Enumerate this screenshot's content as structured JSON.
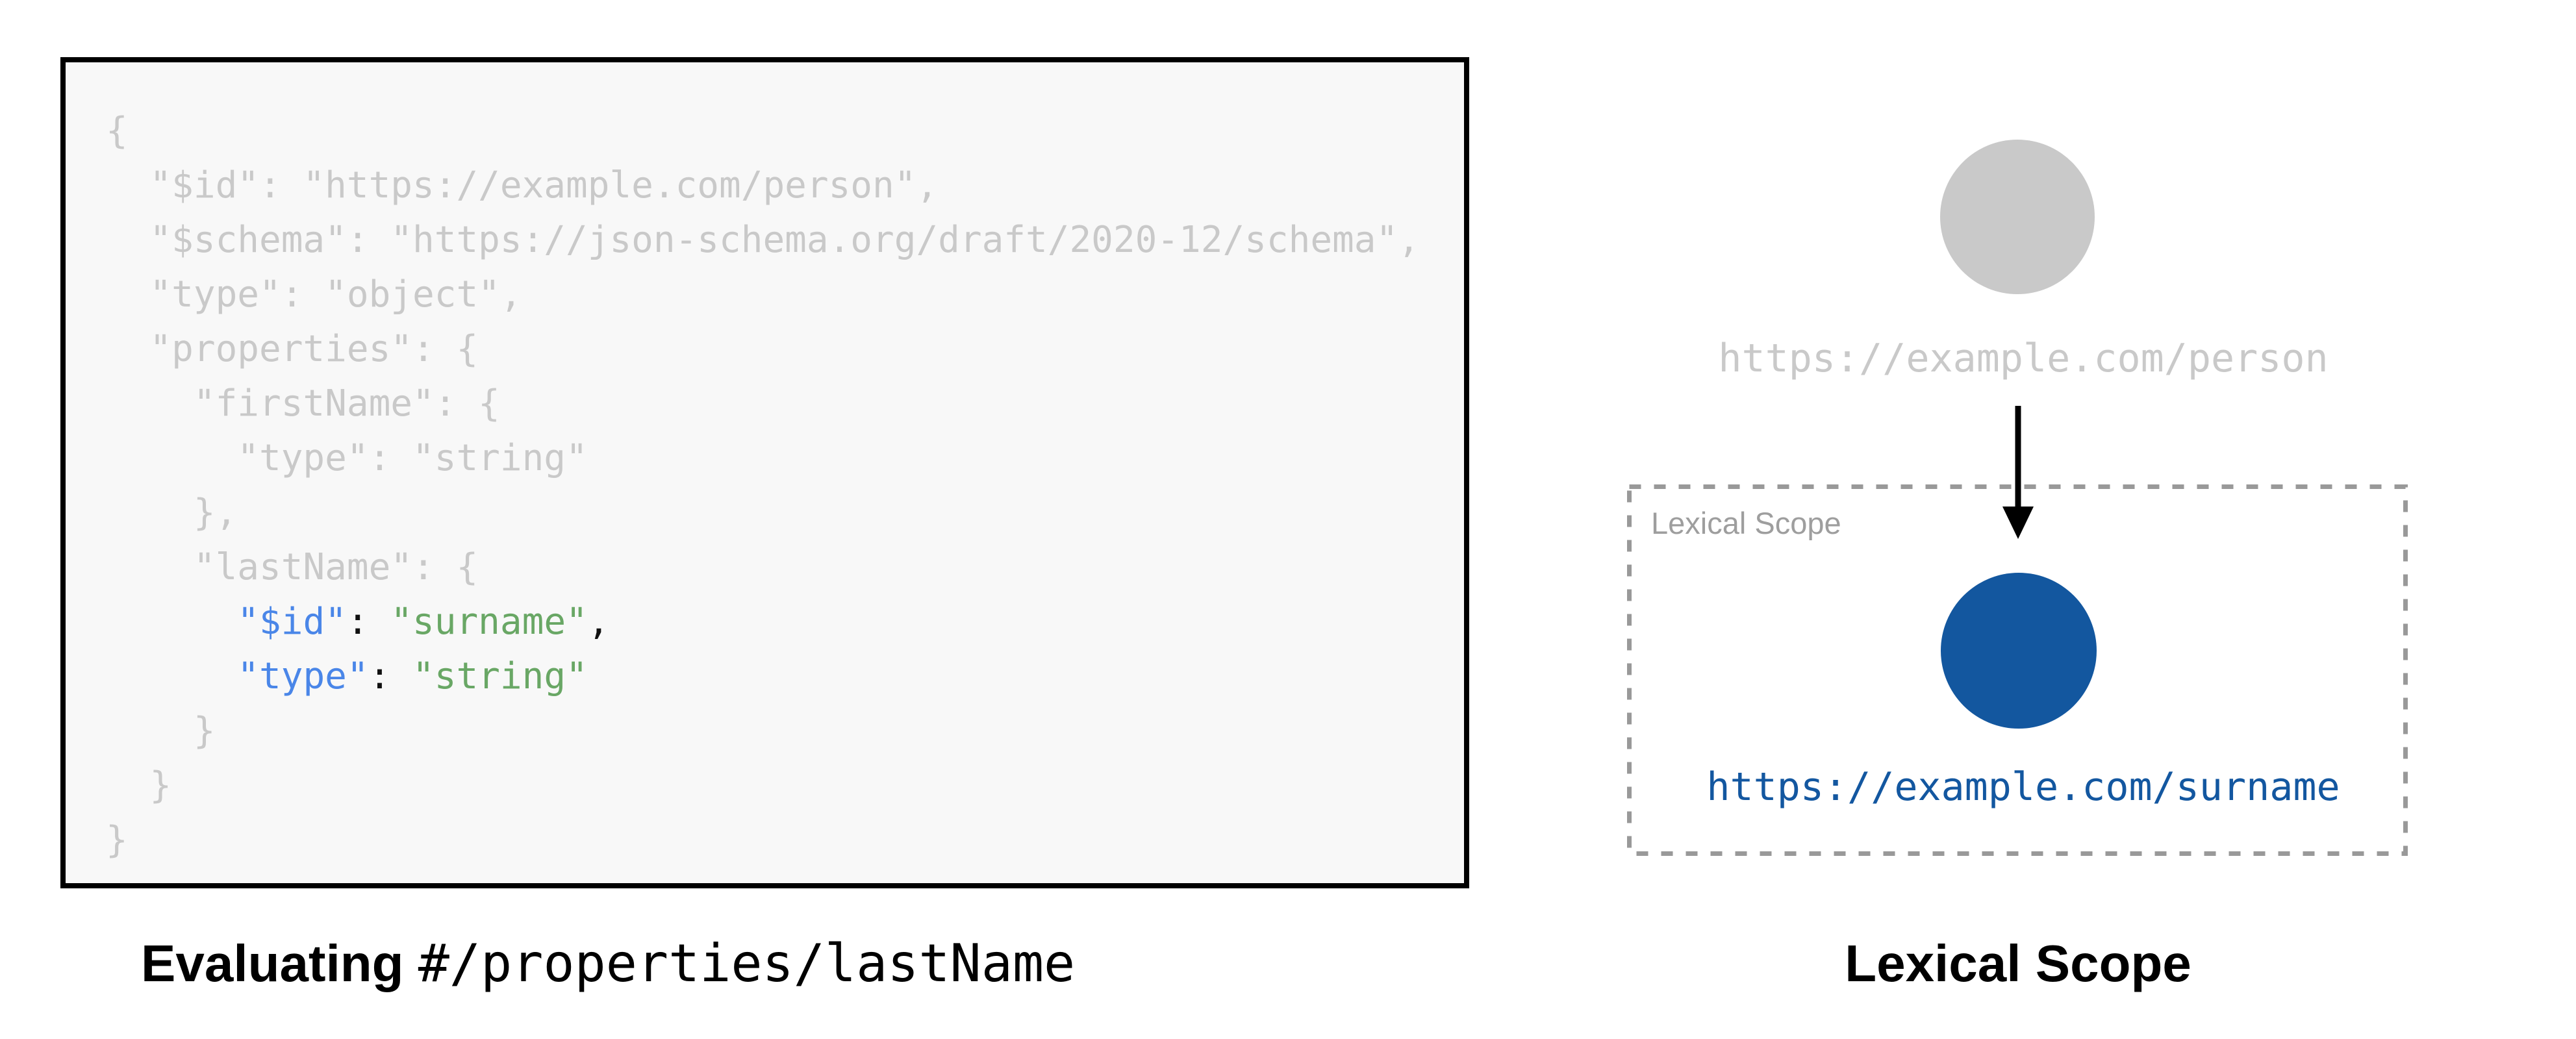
{
  "code": {
    "lines": [
      [
        {
          "t": "{",
          "c": "muted"
        }
      ],
      [
        {
          "t": "  \"$id\": \"https://example.com/person\",",
          "c": "muted"
        }
      ],
      [
        {
          "t": "  \"$schema\": \"https://json-schema.org/draft/2020-12/schema\",",
          "c": "muted"
        }
      ],
      [
        {
          "t": "  \"type\": \"object\",",
          "c": "muted"
        }
      ],
      [
        {
          "t": "  \"properties\": {",
          "c": "muted"
        }
      ],
      [
        {
          "t": "    \"firstName\": {",
          "c": "muted"
        }
      ],
      [
        {
          "t": "      \"type\": \"string\"",
          "c": "muted"
        }
      ],
      [
        {
          "t": "    },",
          "c": "muted"
        }
      ],
      [
        {
          "t": "    \"lastName\": {",
          "c": "muted"
        }
      ],
      [
        {
          "t": "      ",
          "c": "muted"
        },
        {
          "t": "\"$id\"",
          "c": "key"
        },
        {
          "t": ":",
          "c": "punct"
        },
        {
          "t": " ",
          "c": "punct"
        },
        {
          "t": "\"surname\"",
          "c": "str"
        },
        {
          "t": ",",
          "c": "punct"
        }
      ],
      [
        {
          "t": "      ",
          "c": "muted"
        },
        {
          "t": "\"type\"",
          "c": "key"
        },
        {
          "t": ":",
          "c": "punct"
        },
        {
          "t": " ",
          "c": "punct"
        },
        {
          "t": "\"string\"",
          "c": "str"
        }
      ],
      [
        {
          "t": "    }",
          "c": "muted"
        }
      ],
      [
        {
          "t": "  }",
          "c": "muted"
        }
      ],
      [
        {
          "t": "}",
          "c": "muted"
        }
      ]
    ]
  },
  "left_caption": {
    "prefix": "Evaluating",
    "pointer": "#/properties/lastName"
  },
  "diagram": {
    "parent_url": "https://example.com/person",
    "scope_box_label": "Lexical Scope",
    "child_url": "https://example.com/surname",
    "caption": "Lexical Scope"
  },
  "colors": {
    "muted_gray": "#c9c9c9",
    "key_blue": "#4a86e8",
    "string_green": "#69a765",
    "punct_black": "#111111",
    "node_blue": "#13579f",
    "url_blue": "#1357a0",
    "label_gray": "#9e9e9e",
    "dash_gray": "#999999"
  }
}
